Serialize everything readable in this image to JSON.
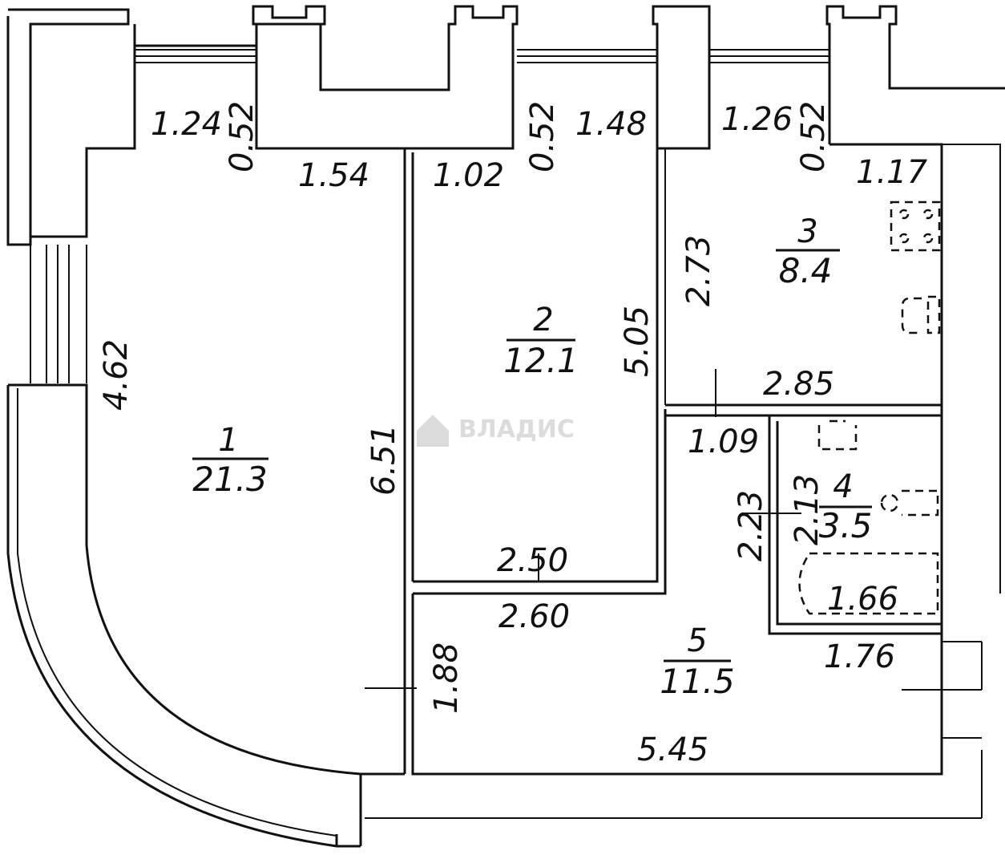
{
  "watermark": "ВЛАДИС",
  "rooms": [
    {
      "number": "1",
      "area": "21.3"
    },
    {
      "number": "2",
      "area": "12.1"
    },
    {
      "number": "3",
      "area": "8.4"
    },
    {
      "number": "4",
      "area": "3.5"
    },
    {
      "number": "5",
      "area": "11.5"
    }
  ],
  "dimensions": [
    "1.24",
    "0.52",
    "1.54",
    "1.02",
    "0.52",
    "1.48",
    "1.26",
    "0.52",
    "1.17",
    "4.62",
    "6.51",
    "5.05",
    "2.73",
    "2.85",
    "1.09",
    "2.13",
    "2.23",
    "2.50",
    "2.60",
    "1.66",
    "1.88",
    "1.76",
    "5.45"
  ]
}
